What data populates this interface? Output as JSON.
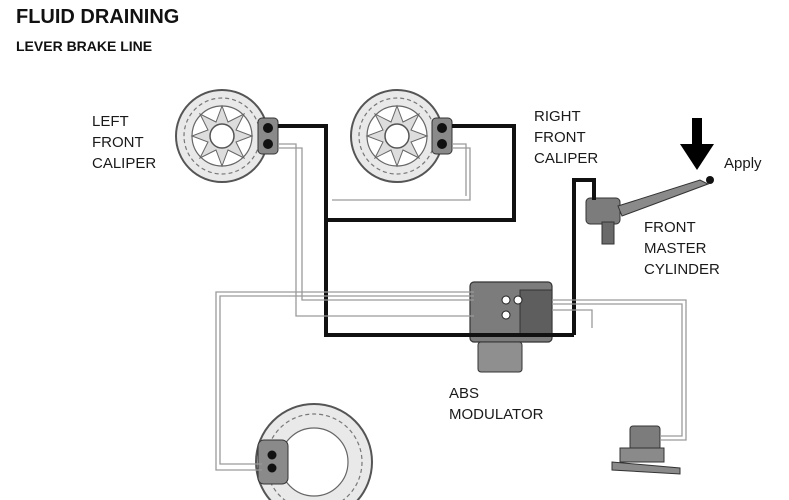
{
  "header": {
    "title": "FLUID DRAINING",
    "subtitle": "LEVER BRAKE LINE"
  },
  "labels": {
    "left_front_caliper": [
      "LEFT",
      "FRONT",
      "CALIPER"
    ],
    "right_front_caliper": [
      "RIGHT",
      "FRONT",
      "CALIPER"
    ],
    "apply": "Apply",
    "front_master_cylinder": [
      "FRONT",
      "MASTER",
      "CYLINDER"
    ],
    "abs_modulator": [
      "ABS",
      "MODULATOR"
    ]
  },
  "colors": {
    "dark_line": "#111111",
    "light_line": "#9a9a9a",
    "component_fill": "#8a8a8a"
  }
}
